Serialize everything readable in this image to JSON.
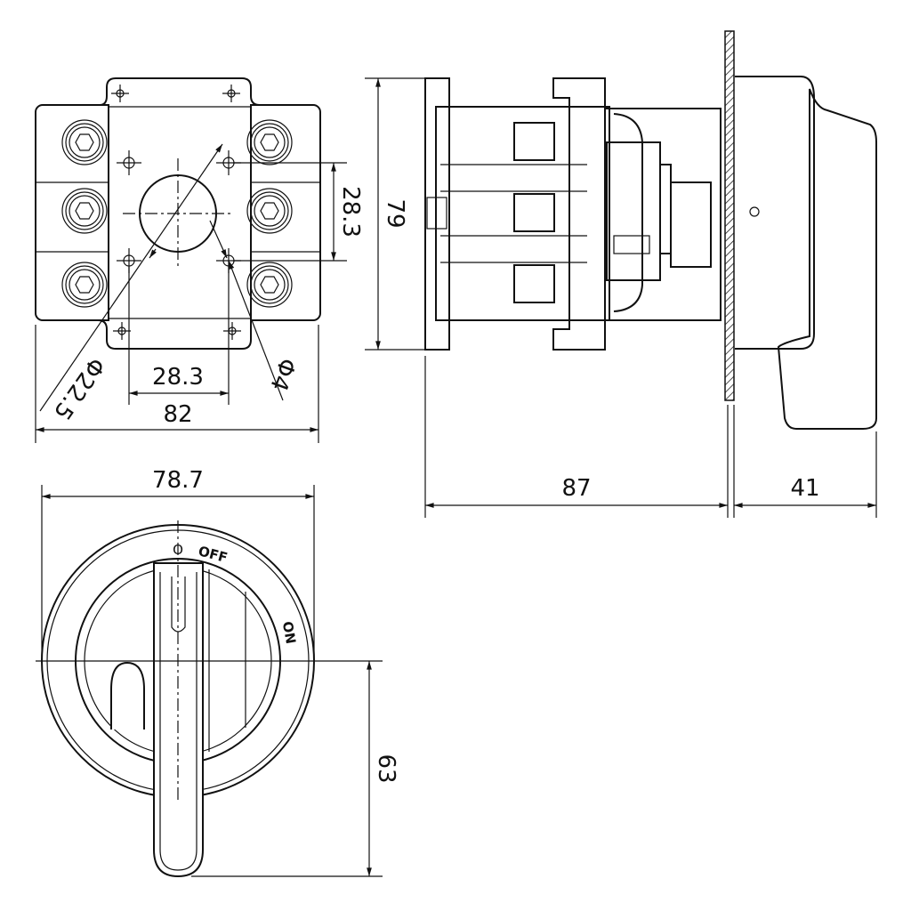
{
  "title": "Rotary switch dimension drawing",
  "front_view": {
    "dim_hole_spacing_vertical": "28.3",
    "dim_hole_spacing_horizontal": "28.3",
    "dim_plate_width": "82",
    "dim_cutout_diameter": "Φ22.5",
    "dim_hole_diameter": "Φ4"
  },
  "side_view": {
    "dim_height": "79",
    "dim_depth_behind_panel": "87",
    "dim_depth_front": "41"
  },
  "knob_view": {
    "dim_diameter": "78.7",
    "dim_handle_length": "63",
    "label_off": "OFF",
    "label_on": "ON",
    "label_zero": "O"
  },
  "colors": {
    "line": "#111111",
    "background": "#ffffff"
  }
}
